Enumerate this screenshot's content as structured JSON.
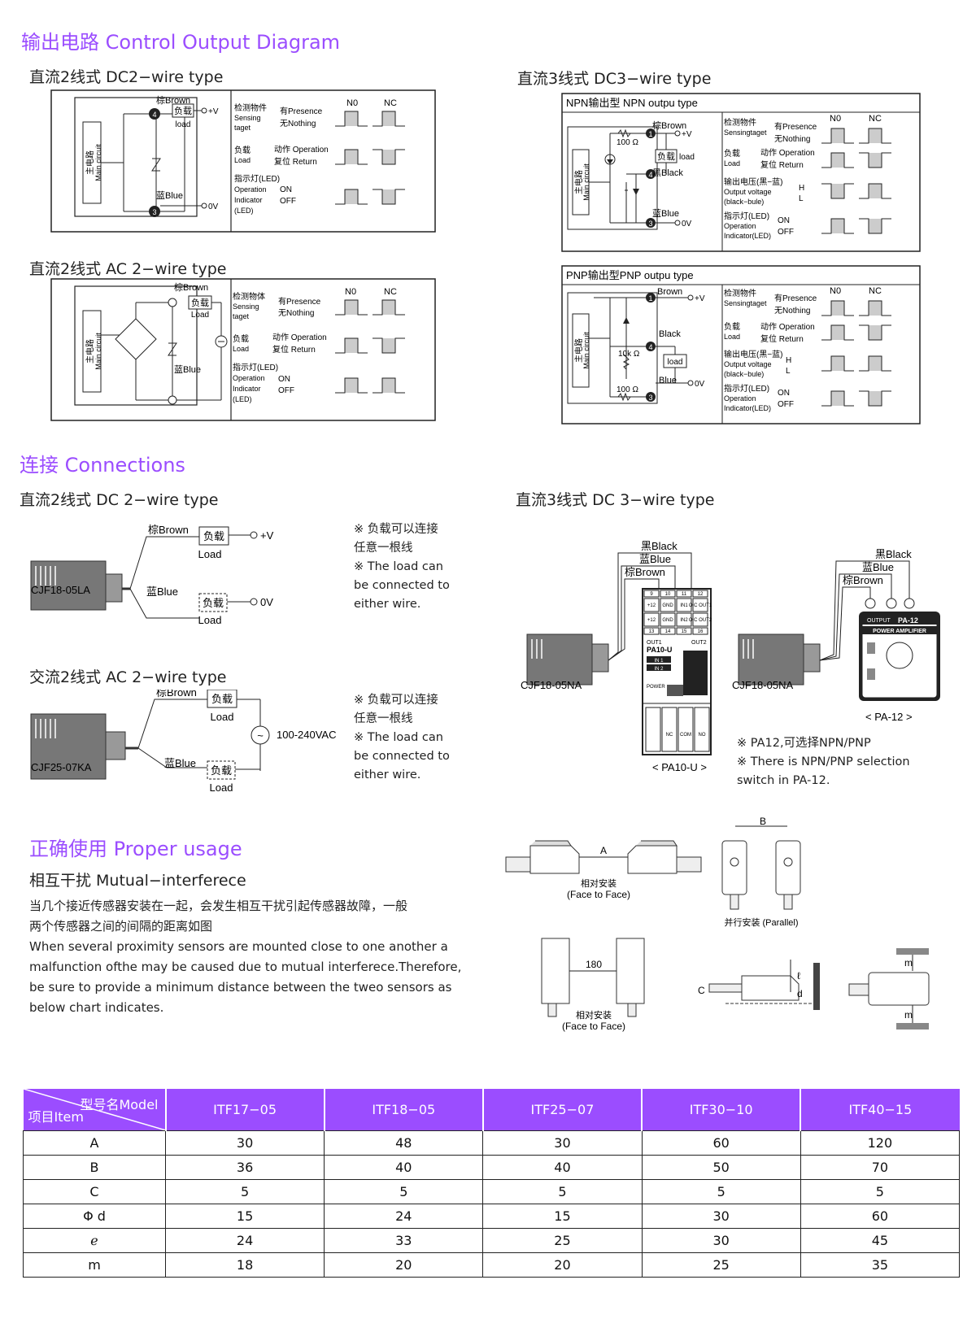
{
  "sections": {
    "output_title": "输出电路 Control Output Diagram",
    "connections_title": "连接 Connections",
    "usage_title": "正确使用 Proper usage"
  },
  "output": {
    "dc2": {
      "title": "直流2线式 DC2−wire type",
      "brown": "棕Brown",
      "blue": "蓝Blue",
      "load": "负载",
      "load_en": "load",
      "plus_v": "+V",
      "zero_v": "0V",
      "main": "主电路",
      "main_en": "Main circuit",
      "t4": "4",
      "t3": "3"
    },
    "ac2": {
      "title": "直流2线式 AC 2−wire type",
      "brown": "棕Brown",
      "blue": "蓝Blue",
      "load": "负载",
      "load_en": "Load",
      "main": "主电路",
      "main_en": "Main circuit"
    },
    "dc3": {
      "title": "直流3线式 DC3−wire type",
      "npn_title": "NPN输出型 NPN outpu type",
      "pnp_title": "PNP输出型PNP outpu type",
      "brown": "棕Brown",
      "black": "黑Black",
      "blue": "蓝Blue",
      "brown_en": "Brown",
      "black_en": "Black",
      "blue_en": "Blue",
      "r100": "100 Ω",
      "r10k": "10k Ω",
      "load": "负载",
      "load_en": "load",
      "plus_v": "+V",
      "zero_v": "0V",
      "main": "主电路",
      "main_en": "Main circuit",
      "t1": "1",
      "t4": "4",
      "t3": "3"
    },
    "timing": {
      "no": "N0",
      "nc": "NC",
      "sense_cn": "检测物件",
      "sense_cn2": "检测物体",
      "sense_en1": "Sensing",
      "sense_en2": "taget",
      "sense_en_npn": "Sensingtaget",
      "presence": "有Presence",
      "nothing": "无Nothing",
      "load_cn": "负载",
      "load_en": "Load",
      "operation": "动作 Operation",
      "return": "复位 Return",
      "ind_cn": "指示灯(LED)",
      "ind_en1": "Operation",
      "ind_en2": "Indicator",
      "ind_en3": "(LED)",
      "ind_en_npn": "Indicator(LED)",
      "on": "ON",
      "off": "OFF",
      "ov_cn": "输出电压(黑−蓝)",
      "ov_en1": "Output voltage",
      "ov_en2": "(black−bule)",
      "h": "H",
      "l": "L"
    }
  },
  "connections": {
    "dc2_title": "直流2线式 DC 2−wire type",
    "ac2_title": "交流2线式 AC 2−wire type",
    "dc3_title": "直流3线式 DC 3−wire type",
    "dc2": {
      "brown": "棕Brown",
      "blue": "蓝Blue",
      "load_cn": "负载",
      "load_en": "Load",
      "plus_v": "+V",
      "zero_v": "0V",
      "model": "CJF18-05LA"
    },
    "ac2": {
      "brown": "棕Brown",
      "blue": "蓝Blue",
      "load_cn": "负载",
      "load_en": "Load",
      "supply": "100-240VAC",
      "model": "CJF25-07KA"
    },
    "note_lines": [
      "※  负载可以连接",
      "任意一根线",
      "※  The load can",
      "be connected to",
      "either wire."
    ],
    "dc3": {
      "black": "黑Black",
      "blue": "蓝Blue",
      "brown": "棕Brown",
      "model": "CJF18-05NA",
      "pa10": "< PA10-U >",
      "pa10_name": "PA10-U",
      "pa12": "< PA-12 >",
      "pa12_name": "PA-12",
      "pa12_sub": "POWER AMPLIFIER",
      "pa12_output": "OUTPUT",
      "terms_top": [
        "9",
        "10",
        "11",
        "12"
      ],
      "terms_r2": [
        "+12",
        "GND",
        "IN1",
        "O C OUT1"
      ],
      "terms_r3": [
        "+12",
        "GND",
        "IN2",
        "O C OUT2"
      ],
      "terms_r4": [
        "13",
        "14",
        "15",
        "16"
      ],
      "out1": "OUT1",
      "out2": "OUT2",
      "in1": "IN 1",
      "in2": "IN 2",
      "power": "POWER",
      "terms_bot": [
        "NC",
        "COM",
        "NO"
      ],
      "note_lines": [
        "※ PA12,可选择NPN/PNP",
        "※  There is NPN/PNP selection",
        "switch in PA-12."
      ]
    }
  },
  "usage": {
    "subtitle": "相互干扰 Mutual−interferece",
    "cn_lines": [
      "当几个接近传感器安装在一起，会发生相互干扰引起传感器故障，一般",
      "两个传感器之间的间隔的距离如图"
    ],
    "en_lines": [
      "When several proximity  sensors are mounted  close to  one another  a",
      "malfunction ofthe may be caused due to mutual interferece.Therefore,",
      "be sure to  provide a  minimum distance between  the tweo sensors as",
      "below chart indicates."
    ],
    "fig": {
      "a": "A",
      "b": "B",
      "c": "C",
      "d": "d",
      "l": "ℓ",
      "m": "m",
      "dist": "180",
      "face_cn": "相对安装",
      "face_en": "(Face to Face)",
      "parallel": "并行安装 (Parallel)"
    }
  },
  "table": {
    "corner_model": "型号名Model",
    "corner_item": "项目Item",
    "headers": [
      "ITF17−05",
      "ITF18−05",
      "ITF25−07",
      "ITF30−10",
      "ITF40−15"
    ],
    "rows": [
      {
        "item": "A",
        "values": [
          "30",
          "48",
          "30",
          "60",
          "120"
        ]
      },
      {
        "item": "B",
        "values": [
          "36",
          "40",
          "40",
          "50",
          "70"
        ]
      },
      {
        "item": "C",
        "values": [
          "5",
          "5",
          "5",
          "5",
          "5"
        ]
      },
      {
        "item": "Φ d",
        "values": [
          "15",
          "24",
          "15",
          "30",
          "60"
        ]
      },
      {
        "item": "ℯ",
        "values": [
          "24",
          "33",
          "25",
          "30",
          "45"
        ]
      },
      {
        "item": "m",
        "values": [
          "18",
          "20",
          "20",
          "25",
          "35"
        ]
      }
    ]
  }
}
